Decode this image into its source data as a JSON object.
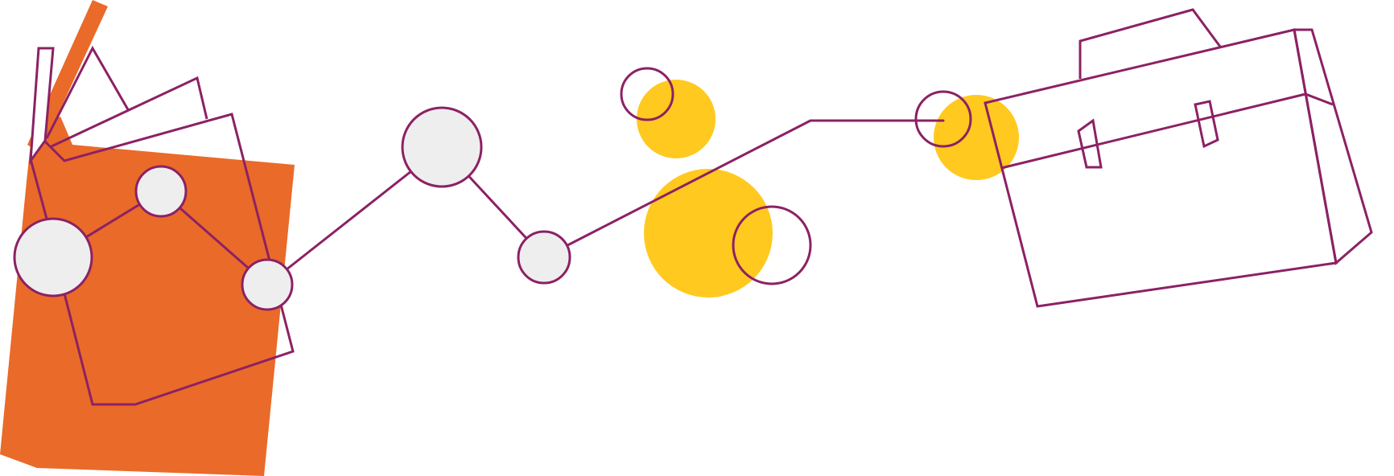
{
  "illustration": {
    "colors": {
      "background": "#ffffff",
      "orange": "#ea6a29",
      "purple": "#8c2164",
      "yellow": "#ffc91f",
      "node_fill": "#efeeef"
    },
    "elements": [
      "orange-folder-shape",
      "outline-folder-papers",
      "network-line-nodes",
      "yellow-dots",
      "outline-briefcase"
    ]
  }
}
